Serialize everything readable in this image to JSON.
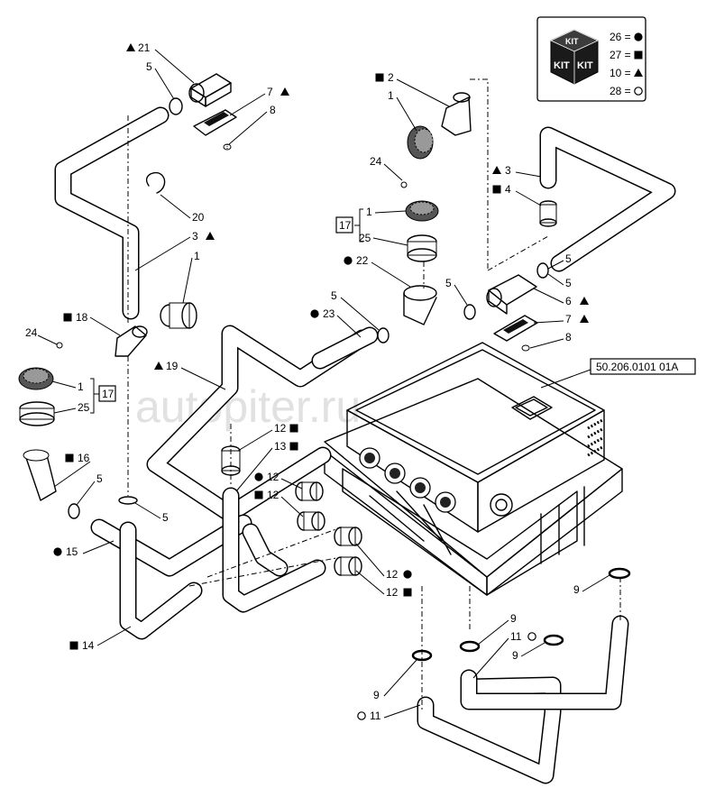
{
  "kit_legend": {
    "kit_labels": [
      "KIT",
      "KIT",
      "KIT"
    ],
    "rows": [
      {
        "number": "26 =",
        "symbol": "circle"
      },
      {
        "number": "27 =",
        "symbol": "square"
      },
      {
        "number": "10 =",
        "symbol": "triangle"
      },
      {
        "number": "28 =",
        "symbol": "open-circle"
      }
    ]
  },
  "reference_code": "50.206.0101 01A",
  "watermark": "autopiter.ru",
  "callouts": {
    "c21": "21",
    "c5a": "5",
    "c7a": "7",
    "c8a": "8",
    "c20": "20",
    "c3a": "3",
    "c1a": "1",
    "c18": "18",
    "c24a": "24",
    "c19": "19",
    "c1b": "1",
    "c17a": "17",
    "c25a": "25",
    "c16": "16",
    "c5b": "5",
    "c5c": "5",
    "c15": "15",
    "c14": "14",
    "c2": "2",
    "c1c": "1",
    "c24b": "24",
    "c17b": "17",
    "c1d": "1",
    "c25b": "25",
    "c22": "22",
    "c5d": "5",
    "c23": "23",
    "c3b": "3",
    "c4": "4",
    "c5e": "5",
    "c5f": "5",
    "c6": "6",
    "c7b": "7",
    "c8b": "8",
    "c12a": "12",
    "c13": "13",
    "c12b": "12",
    "c12c": "12",
    "c12d": "12",
    "c12e": "12",
    "c9a": "9",
    "c9b": "9",
    "c11a": "11",
    "c9c": "9",
    "c9d": "9",
    "c11b": "11"
  }
}
